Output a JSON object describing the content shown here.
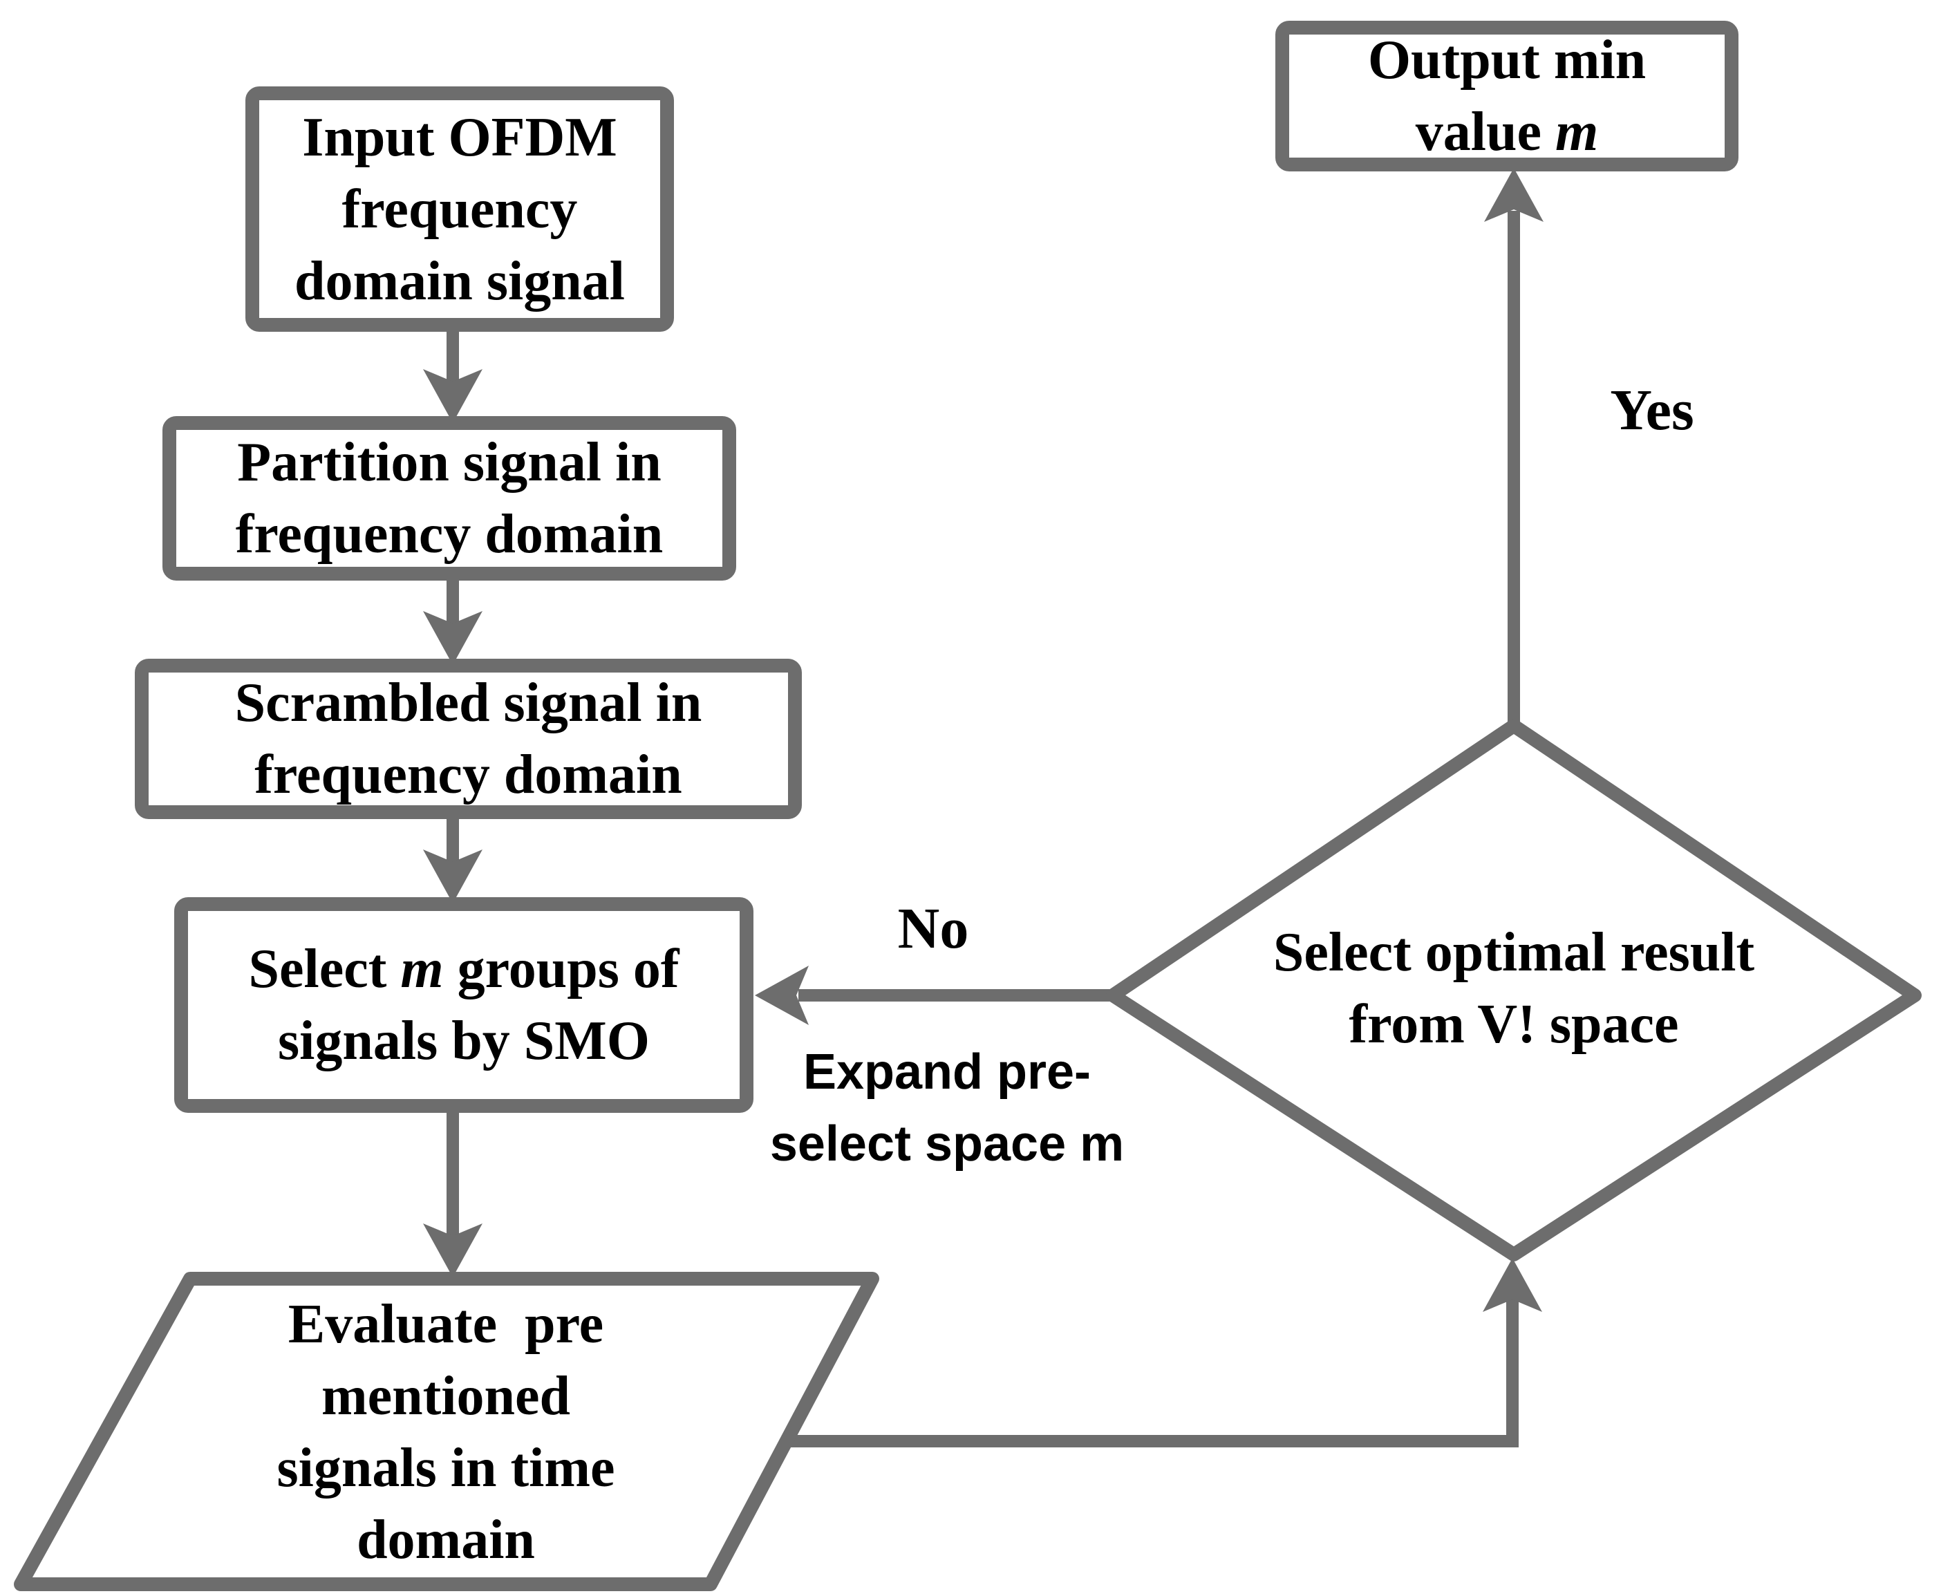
{
  "colors": {
    "stroke": "#6d6d6d",
    "text": "#000000",
    "background": "#ffffff"
  },
  "nodes": {
    "input": {
      "lines": [
        "Input OFDM",
        "frequency",
        "domain signal"
      ]
    },
    "partition": {
      "lines": [
        "Partition signal in",
        "frequency domain"
      ]
    },
    "scramble": {
      "lines": [
        "Scrambled signal in",
        "frequency domain"
      ]
    },
    "select_groups": {
      "line1_pre": "Select ",
      "line1_var": "m",
      "line1_post": " groups of",
      "line2": "signals by SMO"
    },
    "evaluate": {
      "lines": [
        "Evaluate  pre",
        "mentioned",
        "signals in time",
        "domain"
      ]
    },
    "decision": {
      "lines": [
        "Select optimal result",
        "from V! space"
      ]
    },
    "output": {
      "line1": "Output min",
      "line2_pre": "value ",
      "line2_var": "m"
    }
  },
  "labels": {
    "no": "No",
    "yes": "Yes",
    "expand_line1": "Expand pre-",
    "expand_line2": "select space m"
  }
}
